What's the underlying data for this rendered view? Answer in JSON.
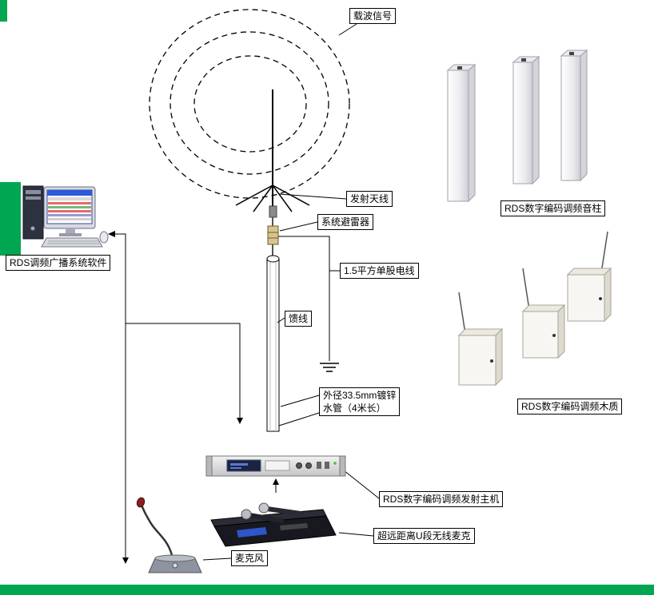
{
  "page": {
    "background": "#ffffff",
    "accent_green": "#00a651",
    "line_color": "#000000"
  },
  "labels": {
    "carrier_signal": "载波信号",
    "transmit_antenna": "发射天线",
    "lightning_arrester": "系统避雷器",
    "single_strand_wire": "1.5平方单股电线",
    "feeder_line": "馈线",
    "pipe_spec_line1": "外径33.5mm镀锌",
    "pipe_spec_line2": "水管（4米长）",
    "software": "RDS调频广播系统软件",
    "column_speakers": "RDS数字编码调频音柱",
    "wooden_speakers": "RDS数字编码调频木质",
    "transmitter_host": "RDS数字编码调频发射主机",
    "wireless_mic": "超远距离U段无线麦克",
    "microphone": "麦克风"
  }
}
